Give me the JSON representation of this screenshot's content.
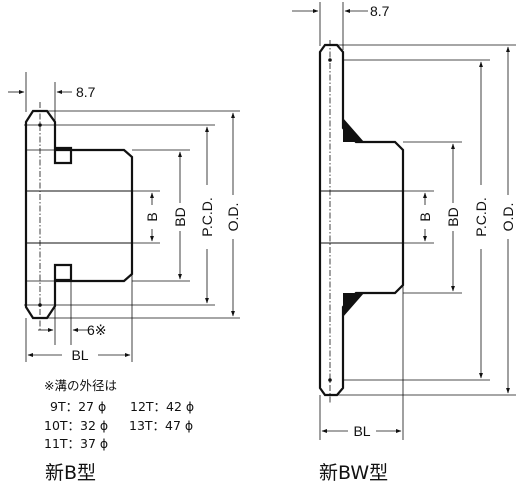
{
  "diagram_b": {
    "title": "新B型",
    "dim_hub_width": "8.7",
    "dim_groove": "6※",
    "dim_bl": "BL",
    "dim_b": "B",
    "dim_bd": "BD",
    "dim_pcd": "P.C.D.",
    "dim_od": "O.D.",
    "groove_note_title": "※溝の外径は",
    "groove_table": [
      {
        "teeth": "9T",
        "value": "27",
        "unit": "ϕ"
      },
      {
        "teeth": "12T",
        "value": "42",
        "unit": "ϕ"
      },
      {
        "teeth": "10T",
        "value": "32",
        "unit": "ϕ"
      },
      {
        "teeth": "13T",
        "value": "47",
        "unit": "ϕ"
      },
      {
        "teeth": "11T",
        "value": "37",
        "unit": "ϕ"
      }
    ]
  },
  "diagram_bw": {
    "title": "新BW型",
    "dim_hub_width": "8.7",
    "dim_bl": "BL",
    "dim_b": "B",
    "dim_bd": "BD",
    "dim_pcd": "P.C.D.",
    "dim_od": "O.D."
  }
}
